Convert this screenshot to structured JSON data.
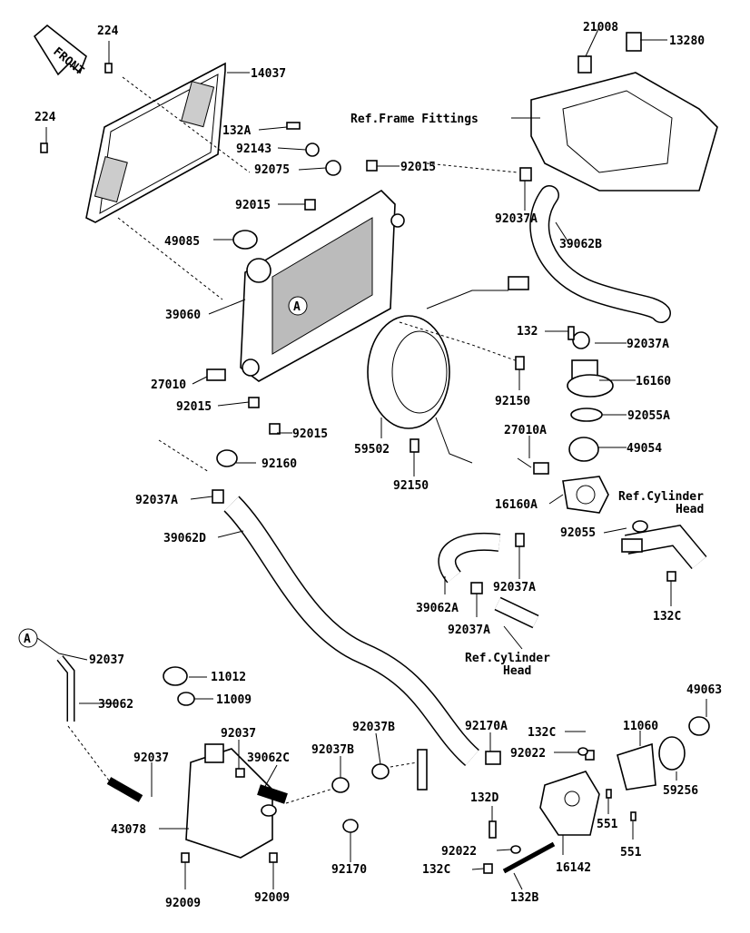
{
  "front_badge": "FRONT",
  "callouts": {
    "p224a": "224",
    "p224b": "224",
    "p14037": "14037",
    "p21008": "21008",
    "p13280": "13280",
    "ref_frame": "Ref.Frame Fittings",
    "p132A": "132A",
    "p92143": "92143",
    "p92075": "92075",
    "p92015a": "92015",
    "p92015b": "92015",
    "p92015c": "92015",
    "p92015d": "92015",
    "p92037A_a": "92037A",
    "p49085": "49085",
    "p39062B": "39062B",
    "circleA_top": "A",
    "p39060": "39060",
    "p132": "132",
    "p92037A_b": "92037A",
    "p27010": "27010",
    "p16160": "16160",
    "p92150a": "92150",
    "p92055A": "92055A",
    "p27010A": "27010A",
    "p59502": "59502",
    "p92160": "92160",
    "p49054": "49054",
    "p92150b": "92150",
    "p92037A_c": "92037A",
    "p16160A": "16160A",
    "ref_cyl1_a": "Ref.Cylinder",
    "ref_cyl1_b": "Head",
    "p39062D": "39062D",
    "p92055": "92055",
    "p92037A_d": "92037A",
    "p39062A": "39062A",
    "p132C_a": "132C",
    "p92037A_e": "92037A",
    "ref_cyl2_a": "Ref.Cylinder",
    "ref_cyl2_b": "Head",
    "circleA_bottom": "A",
    "p92037a": "92037",
    "p11012": "11012",
    "p39062": "39062",
    "p11009": "11009",
    "p49063": "49063",
    "p92037b": "92037",
    "p92037B_a": "92037B",
    "p92170A": "92170A",
    "p132C_b": "132C",
    "p11060": "11060",
    "p39062C": "39062C",
    "p92037B_b": "92037B",
    "p92022a": "92022",
    "p92037c": "92037",
    "p59256": "59256",
    "p132D": "132D",
    "p43078": "43078",
    "p551a": "551",
    "p92022b": "92022",
    "p551b": "551",
    "p92170": "92170",
    "p16142": "16142",
    "p132C_c": "132C",
    "p92009a": "92009",
    "p92009b": "92009",
    "p132B": "132B"
  }
}
